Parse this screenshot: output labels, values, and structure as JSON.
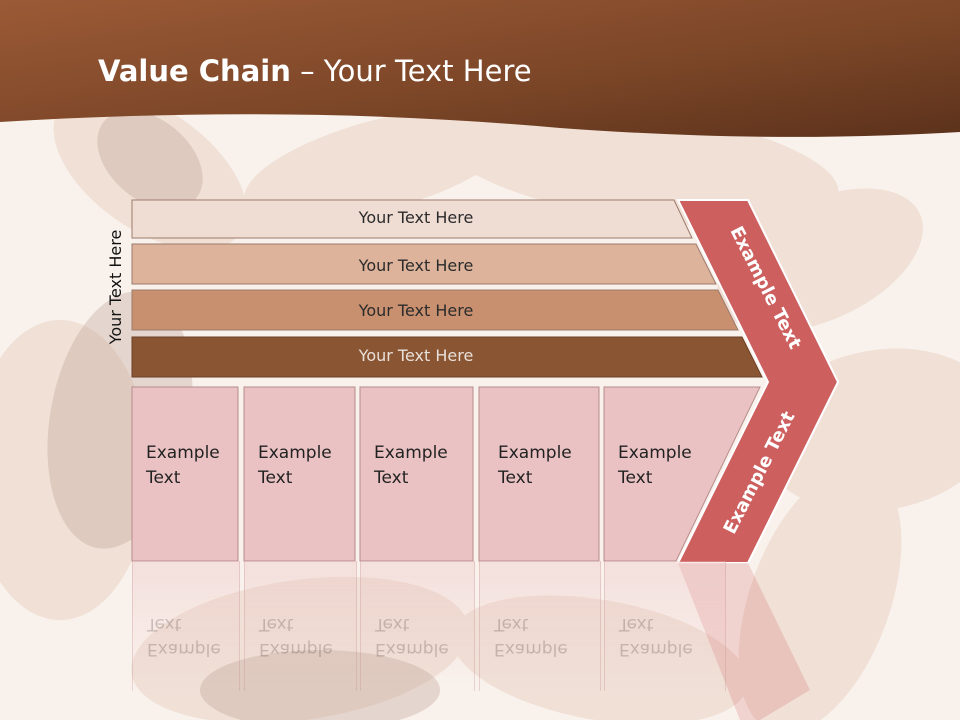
{
  "title": {
    "bold": "Value Chain",
    "rest": " – Your Text Here"
  },
  "side_label": "Your Text Here",
  "bars": [
    {
      "label": "Your Text Here",
      "fill": "#efdcd3",
      "text_color": "#2b2b2b"
    },
    {
      "label": "Your Text Here",
      "fill": "#ddb49b",
      "text_color": "#2b2b2b"
    },
    {
      "label": "Your Text Here",
      "fill": "#c8906f",
      "text_color": "#2b2b2b"
    },
    {
      "label": "Your Text Here",
      "fill": "#8a5533",
      "text_color": "#ffffff"
    }
  ],
  "boxes": [
    {
      "label": "Example\nText"
    },
    {
      "label": "Example\nText"
    },
    {
      "label": "Example\nText"
    },
    {
      "label": "Example\nText"
    },
    {
      "label": "Example\nText"
    }
  ],
  "arrow": {
    "upper_text": "Example Text",
    "lower_text": "Example Text",
    "fill": "#cd5f5f"
  },
  "colors": {
    "header_dark": "#6b3b20",
    "header_light": "#9c5a36",
    "box_fill": "#ebc2c3",
    "box_border": "#b68c8c"
  }
}
